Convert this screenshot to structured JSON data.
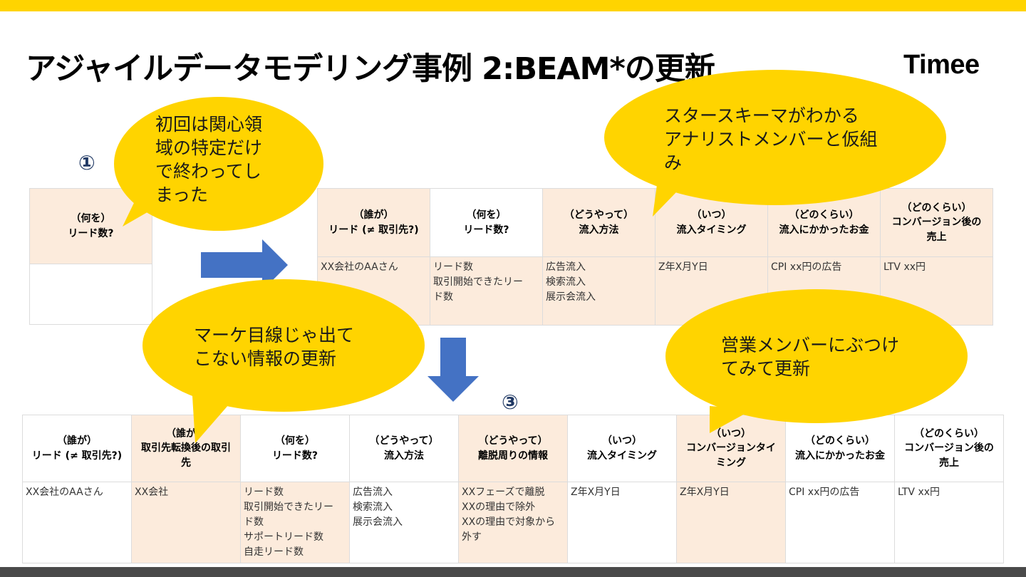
{
  "slide": {
    "title": "アジャイルデータモデリング事例 2:BEAM*の更新",
    "logo": "Timee",
    "marker_1": "①",
    "marker_3": "③",
    "accent_color": "#FFD400",
    "arrow_color": "#4472C4",
    "cell_peach": "#FCEBDC"
  },
  "table1": {
    "header": "（何を）\nリード数?"
  },
  "table2": {
    "headers": [
      "（誰が）\nリード (≠ 取引先?)",
      "（何を）\nリード数?",
      "（どうやって）\n流入方法",
      "（いつ）\n流入タイミング",
      "（どのくらい）\n流入にかかったお金",
      "（どのくらい）\nコンバージョン後の\n売上"
    ],
    "values": [
      "XX会社のAAさん",
      "リード数\n取引開始できたリー\nド数",
      "広告流入\n検索流入\n展示会流入",
      "Z年X月Y日",
      "CPI xx円の広告",
      "LTV xx円"
    ]
  },
  "table3": {
    "headers": [
      "（誰が）\nリード (≠ 取引先?)",
      "（誰が）\n取引先転換後の取引\n先",
      "（何を）\nリード数?",
      "（どうやって）\n流入方法",
      "（どうやって）\n離脱周りの情報",
      "（いつ）\n流入タイミング",
      "（いつ）\nコンバージョンタイ\nミング",
      "（どのくらい）\n流入にかかったお金",
      "（どのくらい）\nコンバージョン後の\n売上"
    ],
    "values": [
      "XX会社のAAさん",
      "XX会社",
      "リード数\n取引開始できたリー\nド数\nサポートリード数\n自走リード数",
      "広告流入\n検索流入\n展示会流入",
      "XXフェーズで離脱\nXXの理由で除外\nXXの理由で対象から\n外す",
      "Z年X月Y日",
      "Z年X月Y日",
      "CPI xx円の広告",
      "LTV xx円"
    ]
  },
  "bubbles": {
    "b1": "初回は関心領\n域の特定だけ\nで終わってし\nまった",
    "b2": "スタースキーマがわかる\nアナリストメンバーと仮組\nみ",
    "b3": "マーケ目線じゃ出て\nこない情報の更新",
    "b4": "営業メンバーにぶつけ\nてみて更新"
  }
}
